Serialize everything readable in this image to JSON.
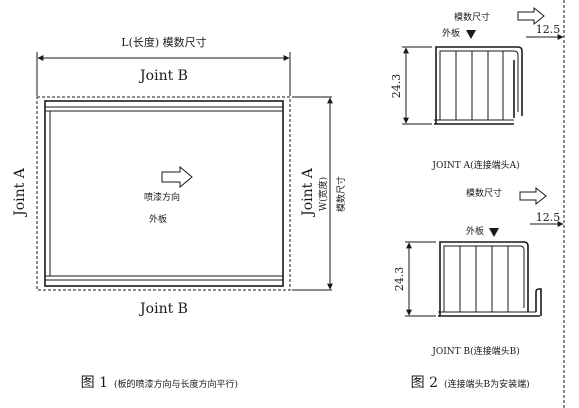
{
  "fig1": {
    "dim_length": "L(长度) 模数尺寸",
    "joint_b_top": "Joint B",
    "joint_b_bottom": "Joint B",
    "joint_a_left": "Joint A",
    "joint_a_right": "Joint A",
    "dim_width": "W(宽度)",
    "dim_width_sub": "模数尺寸",
    "spray_direction": "喷漆方向",
    "outer_panel": "外板",
    "caption_num": "图 1",
    "caption_text": "(板的喷漆方向与长度方向平行)"
  },
  "fig2": {
    "a_module_size": "模数尺寸",
    "a_offset": "12.5",
    "a_outer_panel": "外板",
    "a_height": "24.3",
    "a_label": "JOINT A(连接端头A)",
    "b_module_size": "模数尺寸",
    "b_offset": "12.5",
    "b_outer_panel": "外板",
    "b_height": "24.3",
    "b_label": "JOINT B(连接端头B)",
    "caption_num": "图 2",
    "caption_text": "(连接端头B为安装端)"
  }
}
